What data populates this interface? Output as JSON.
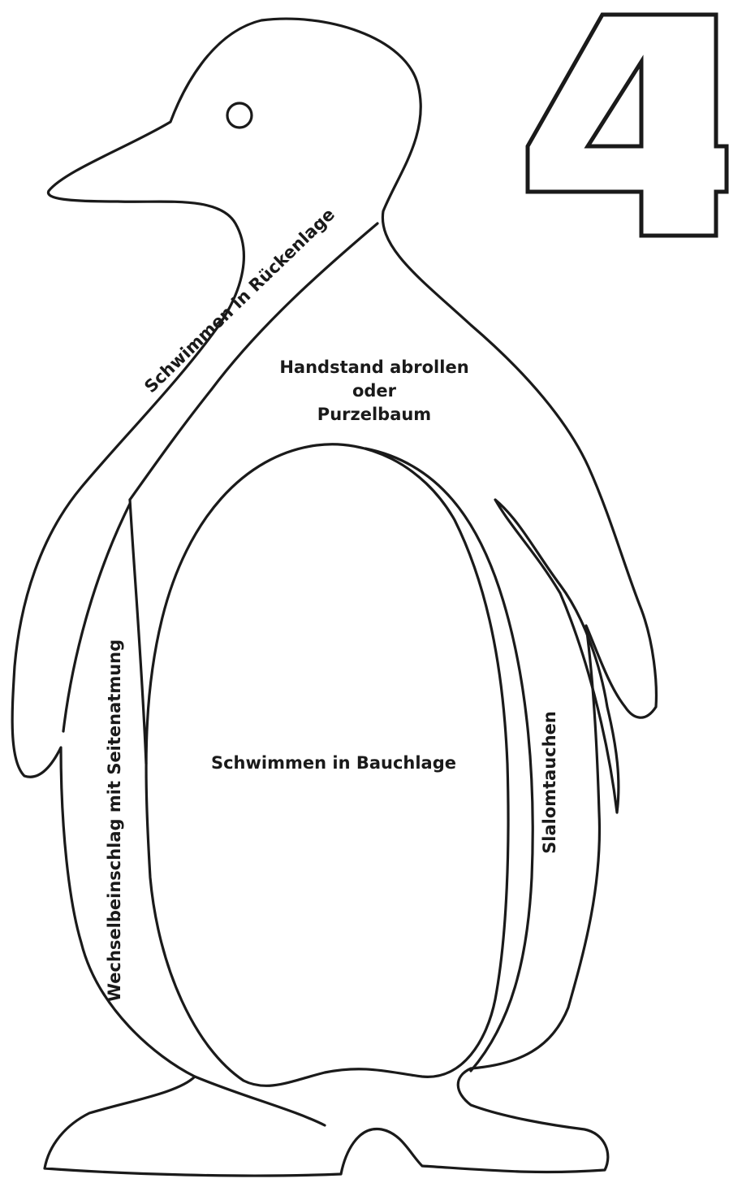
{
  "page": {
    "number": "4"
  },
  "sections": {
    "back_swim": "Schwimmen in Rückenlage",
    "handstand": {
      "line1": "Handstand abrollen",
      "line2": "oder",
      "line3": "Purzelbaum"
    },
    "kick": "Wechselbeinschlag mit Seitenatmung",
    "front_swim": "Schwimmen in Bauchlage",
    "slalom": "Slalomtauchen"
  },
  "colors": {
    "outline": "#1a1a1a",
    "paper": "#ffffff"
  }
}
